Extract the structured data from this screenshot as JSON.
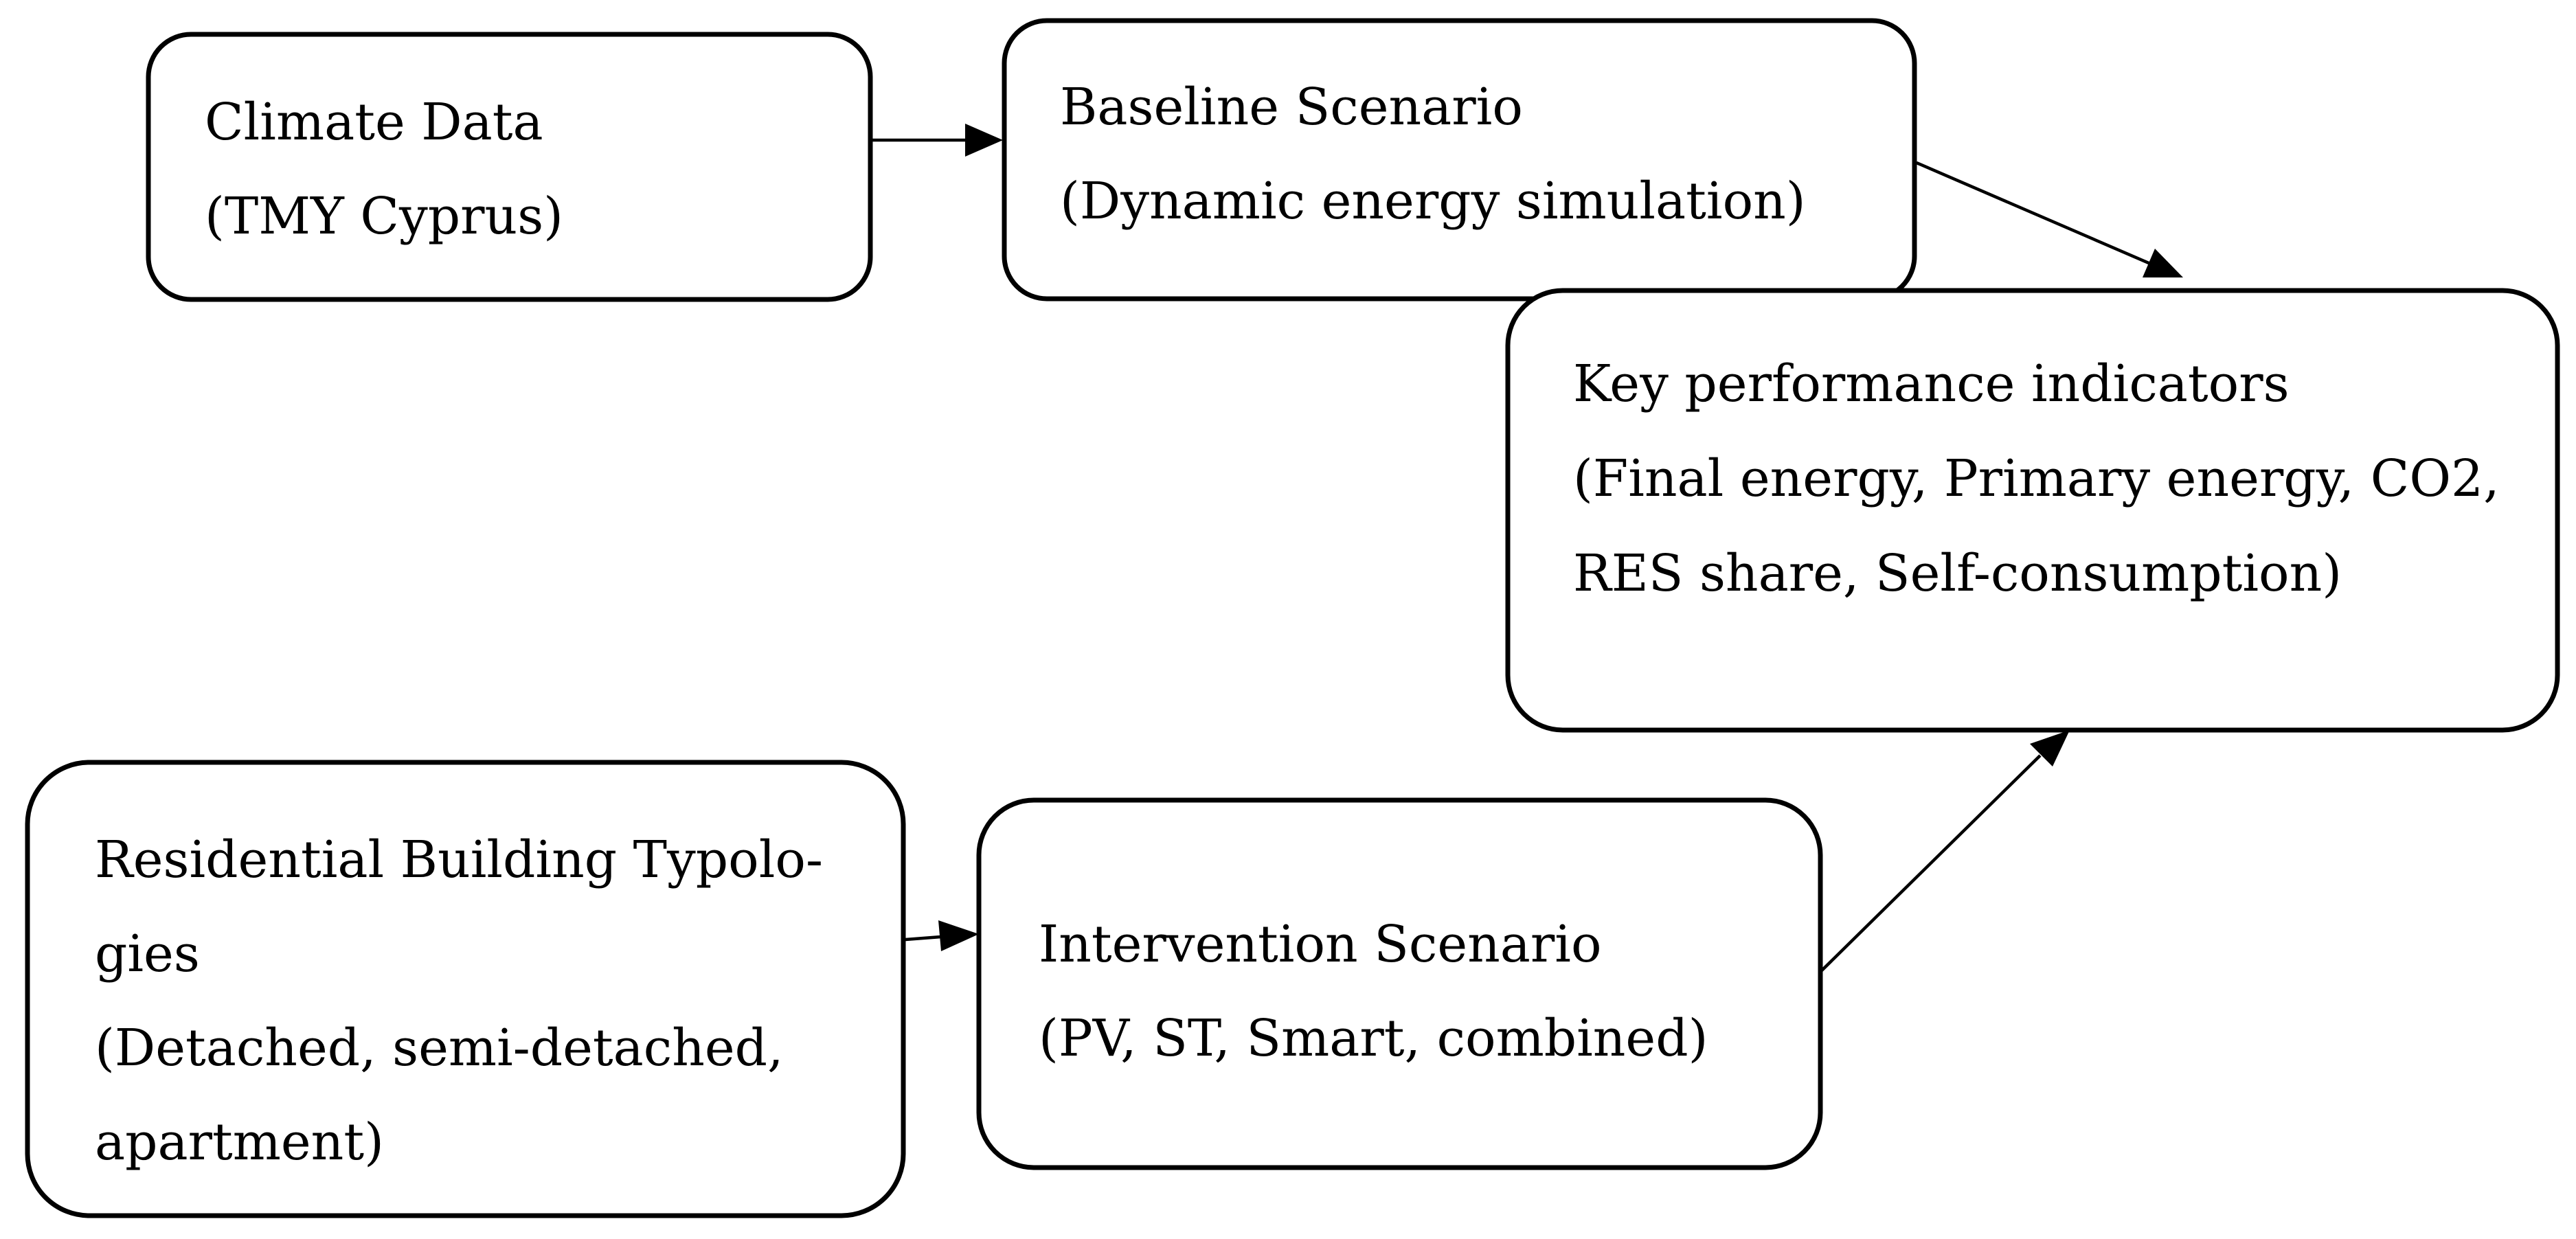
{
  "diagram": {
    "nodes": {
      "climate": {
        "lines": [
          "Climate Data",
          "(TMY Cyprus)"
        ]
      },
      "baseline": {
        "lines": [
          "Baseline Scenario",
          "(Dynamic energy simulation)"
        ]
      },
      "kpi": {
        "lines": [
          "Key performance indicators",
          "(Final energy, Primary energy, CO2,",
          "RES share, Self-consumption)"
        ]
      },
      "residential": {
        "lines": [
          "Residential Building Typolo-",
          "gies",
          "(Detached, semi-detached,",
          "apartment)"
        ]
      },
      "intervention": {
        "lines": [
          "Intervention Scenario",
          "(PV, ST, Smart, combined)"
        ]
      }
    },
    "edges": [
      {
        "from": "climate",
        "to": "baseline"
      },
      {
        "from": "baseline",
        "to": "kpi"
      },
      {
        "from": "residential",
        "to": "intervention"
      },
      {
        "from": "intervention",
        "to": "kpi"
      }
    ],
    "colors": {
      "stroke": "#000000",
      "fill": "#ffffff",
      "text": "#000000"
    }
  }
}
